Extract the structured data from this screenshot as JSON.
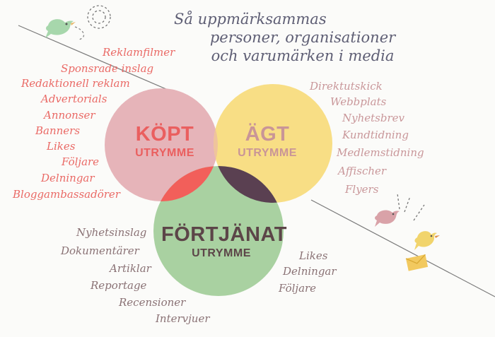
{
  "title": {
    "line1": "Så uppmärksammas",
    "line2": "personer, organisationer",
    "line3": "och varumärken i media"
  },
  "circles": {
    "paid": {
      "title": "KÖPT",
      "subtitle": "UTRYMME",
      "color": "#e6b4b9",
      "text_color": "#ea5f5f"
    },
    "owned": {
      "title": "ÄGT",
      "subtitle": "UTRYMME",
      "color": "#f8de85",
      "text_color": "#c99597"
    },
    "earned": {
      "title": "FÖRTJÄNAT",
      "subtitle": "UTRYMME",
      "color": "#a9d1a1",
      "text_color": "#5c4548"
    }
  },
  "paid_items": [
    "Reklamfilmer",
    "Sponsrade inslag",
    "Redaktionell reklam",
    "Advertorials",
    "Annonser",
    "Banners",
    "Likes",
    "Följare",
    "Delningar",
    "Bloggambassadörer"
  ],
  "owned_items": [
    "Direktutskick",
    "Webbplats",
    "Nyhetsbrev",
    "Kundtidning",
    "Medlemstidning",
    "Affischer",
    "Flyers"
  ],
  "earned_items_left": [
    "Nyhetsinslag",
    "Dokumentärer",
    "Artiklar",
    "Reportage",
    "Recensioner",
    "Intervjuer"
  ],
  "earned_items_right": [
    "Likes",
    "Delningar",
    "Följare"
  ],
  "colors": {
    "paid_text": "#ea6a66",
    "owned_text": "#c9979a",
    "earned_text": "#8a7275",
    "overlap_red": "#f25f5a",
    "overlap_center": "#4b3a4a"
  },
  "icons": [
    "bird-icon",
    "dotted-spiral-icon",
    "envelope-icon"
  ]
}
